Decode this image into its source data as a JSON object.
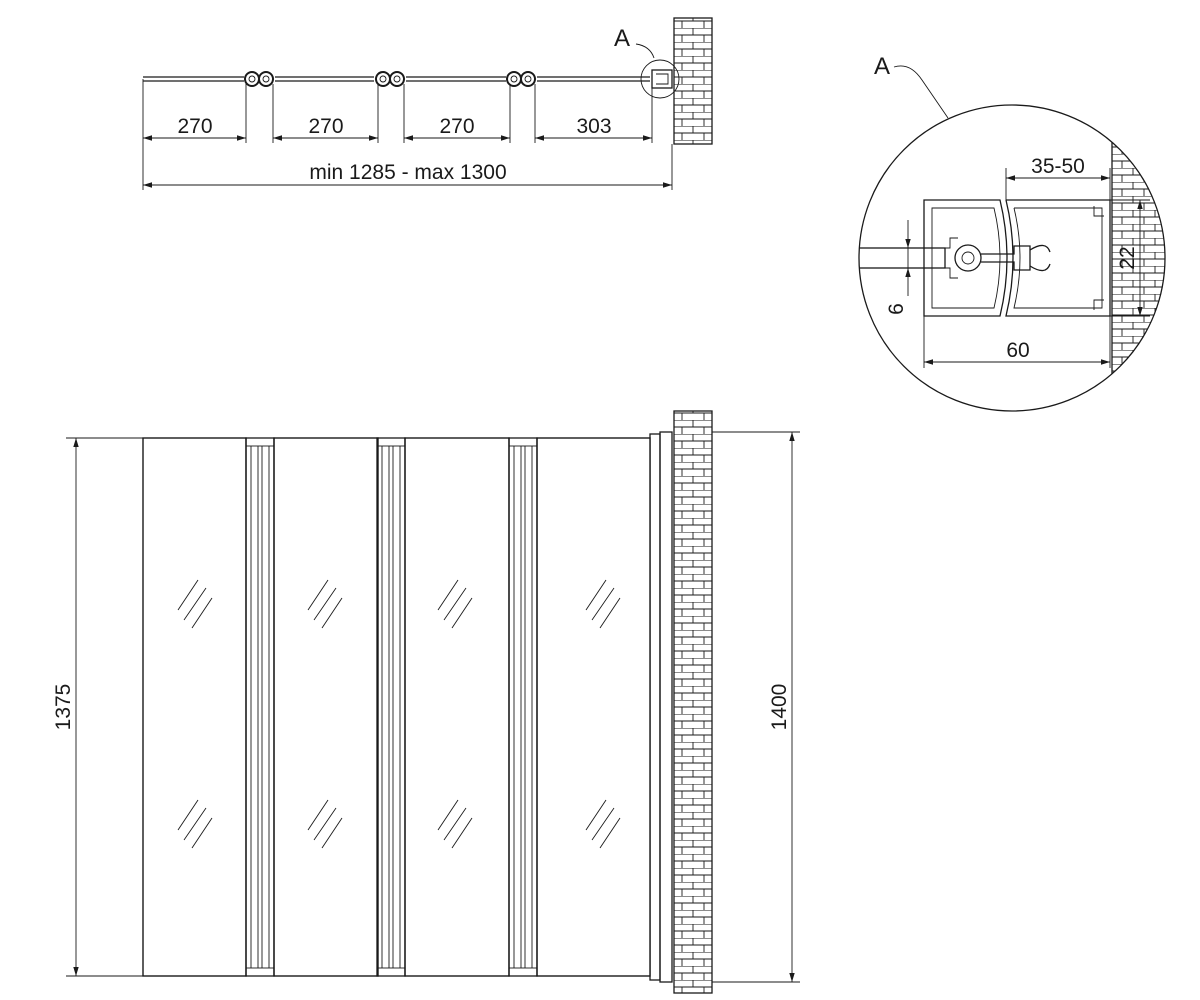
{
  "plan_view": {
    "detail_label": "A",
    "segments": [
      "270",
      "270",
      "270",
      "303"
    ],
    "total": "min 1285 - max 1300"
  },
  "detail_view": {
    "label": "A",
    "dim_adjust": "35-50",
    "dim_width": "60",
    "dim_depth": "22",
    "dim_glass": "6"
  },
  "elevation_view": {
    "height_left": "1375",
    "height_right": "1400"
  }
}
